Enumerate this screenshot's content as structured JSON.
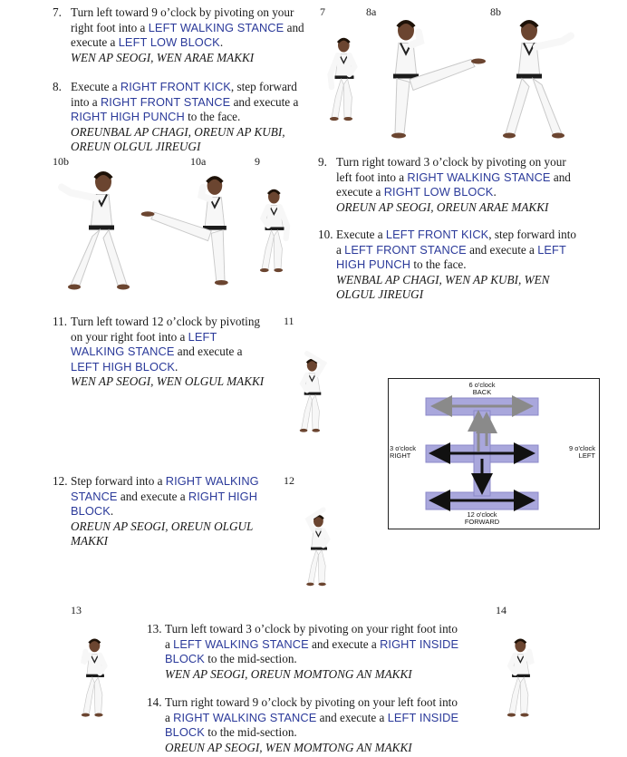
{
  "steps": [
    {
      "num": "7.",
      "parts": [
        {
          "t": "Turn left toward 9 o’clock by pivoting on your right foot into a "
        },
        {
          "t": "LEFT WALKING STANCE",
          "k": 1
        },
        {
          "t": " and execute a "
        },
        {
          "t": "LEFT LOW BLOCK",
          "k": 1
        },
        {
          "t": "."
        }
      ],
      "korean": "WEN AP SEOGI, WEN ARAE MAKKI"
    },
    {
      "num": "8.",
      "parts": [
        {
          "t": "Execute a "
        },
        {
          "t": "RIGHT FRONT KICK",
          "k": 1
        },
        {
          "t": ", step forward into a "
        },
        {
          "t": "RIGHT FRONT STANCE",
          "k": 1
        },
        {
          "t": " and execute a "
        },
        {
          "t": "RIGHT HIGH PUNCH",
          "k": 1
        },
        {
          "t": " to the face."
        }
      ],
      "korean": "OREUNBAL AP CHAGI,  OREUN AP KUBI, OREUN OLGUL JIREUGI"
    },
    {
      "num": "9.",
      "parts": [
        {
          "t": "Turn right toward 3 o’clock by pivoting on your left foot into a "
        },
        {
          "t": "RIGHT WALKING STANCE",
          "k": 1
        },
        {
          "t": " and execute a "
        },
        {
          "t": "RIGHT LOW BLOCK",
          "k": 1
        },
        {
          "t": "."
        }
      ],
      "korean": "OREUN AP SEOGI, OREUN ARAE MAKKI"
    },
    {
      "num": "10.",
      "parts": [
        {
          "t": "Execute a "
        },
        {
          "t": "LEFT FRONT KICK",
          "k": 1
        },
        {
          "t": ", step forward into a "
        },
        {
          "t": "LEFT FRONT STANCE",
          "k": 1
        },
        {
          "t": " and execute a "
        },
        {
          "t": "LEFT HIGH PUNCH",
          "k": 1
        },
        {
          "t": " to the face."
        }
      ],
      "korean": "WENBAL AP CHAGI, WEN AP KUBI, WEN OLGUL JIREUGI"
    },
    {
      "num": "11.",
      "parts": [
        {
          "t": "Turn left toward 12 o’clock by pivoting on your right foot into a "
        },
        {
          "t": "LEFT WALKING STANCE",
          "k": 1
        },
        {
          "t": " and execute a "
        },
        {
          "t": "LEFT HIGH BLOCK",
          "k": 1
        },
        {
          "t": "."
        }
      ],
      "korean": "WEN AP SEOGI, WEN OLGUL MAKKI"
    },
    {
      "num": "12.",
      "parts": [
        {
          "t": "Step forward into a "
        },
        {
          "t": "RIGHT WALKING STANCE",
          "k": 1
        },
        {
          "t": " and execute a "
        },
        {
          "t": "RIGHT HIGH BLOCK",
          "k": 1
        },
        {
          "t": "."
        }
      ],
      "korean": "OREUN AP SEOGI, OREUN OLGUL MAKKI"
    },
    {
      "num": "13.",
      "parts": [
        {
          "t": "Turn left toward 3 o’clock by pivoting on your right foot into a "
        },
        {
          "t": "LEFT WALKING STANCE",
          "k": 1
        },
        {
          "t": " and execute a "
        },
        {
          "t": "RIGHT INSIDE BLOCK",
          "k": 1
        },
        {
          "t": " to the mid-section."
        }
      ],
      "korean": "WEN AP SEOGI, OREUN MOMTONG AN MAKKI"
    },
    {
      "num": "14.",
      "parts": [
        {
          "t": "Turn right toward 9 o’clock by pivoting on your left foot into a "
        },
        {
          "t": "RIGHT WALKING STANCE",
          "k": 1
        },
        {
          "t": " and execute a "
        },
        {
          "t": "LEFT INSIDE BLOCK",
          "k": 1
        },
        {
          "t": " to the mid-section."
        }
      ],
      "korean": "OREUN AP SEOGI, WEN MOMTONG AN MAKKI"
    }
  ],
  "photo_labels": {
    "p7": "7",
    "p8a": "8a",
    "p8b": "8b",
    "p10b": "10b",
    "p10a": "10a",
    "p9": "9",
    "p11": "11",
    "p12": "12",
    "p13": "13",
    "p14": "14"
  },
  "diagram": {
    "top_time": "6 o'clock",
    "top_dir": "BACK",
    "left_time": "3 o'clock",
    "left_dir": "RIGHT",
    "right_time": "9 o'clock",
    "right_dir": "LEFT",
    "bottom_time": "12 o'clock",
    "bottom_dir": "FORWARD"
  },
  "colors": {
    "keyword": "#2b3a9a",
    "bar_fill": "#a9a7dc",
    "arrow_light": "#8a8a8a",
    "arrow_dark": "#111111",
    "uniform": "#f7f7f7",
    "belt": "#1b1b1b",
    "skin": "#6b4530"
  }
}
